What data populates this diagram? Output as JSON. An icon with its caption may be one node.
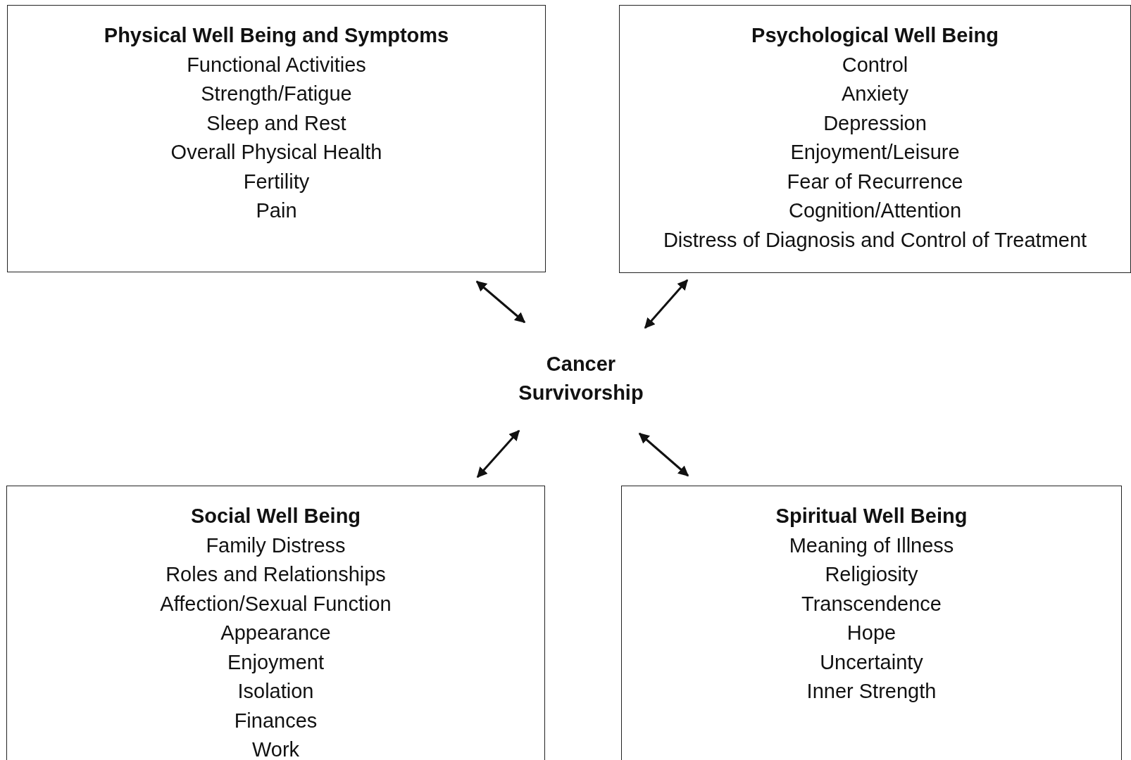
{
  "diagram": {
    "nodes": [
      {
        "text": [
          "Physical Well Being and Symptoms",
          "Functional Activities",
          "Strength/Fatigue",
          "Sleep and Rest",
          "Overall Physical Health",
          "Fertility",
          "Pain"
        ]
      },
      {
        "text": [
          "Psychological Well Being",
          "Control",
          "Anxiety",
          "Depression",
          "Enjoyment/Leisure",
          "Fear of Recurrence",
          "Cognition/Attention",
          "Distress of Diagnosis and Control of Treatment"
        ]
      },
      {
        "text": [
          "Cancer Survivorship"
        ]
      },
      {
        "text": [
          "Social Well Being",
          "Family Distress",
          "Roles and Relationships",
          "Affection/Sexual Function",
          "Appearance",
          "Enjoyment",
          "Isolation",
          "Finances",
          "Work"
        ]
      },
      {
        "text": [
          "Spiritual Well Being",
          "Meaning of Illness",
          "Religiosity",
          "Transcendence",
          "Hope",
          "Uncertainty",
          "Inner Strength"
        ]
      }
    ],
    "edges": [
      {
        "from": 2,
        "to": 0,
        "arrow": "both"
      },
      {
        "from": 2,
        "to": 1,
        "arrow": "both"
      },
      {
        "from": 2,
        "to": 3,
        "arrow": "both"
      },
      {
        "from": 2,
        "to": 4,
        "arrow": "both"
      }
    ]
  }
}
